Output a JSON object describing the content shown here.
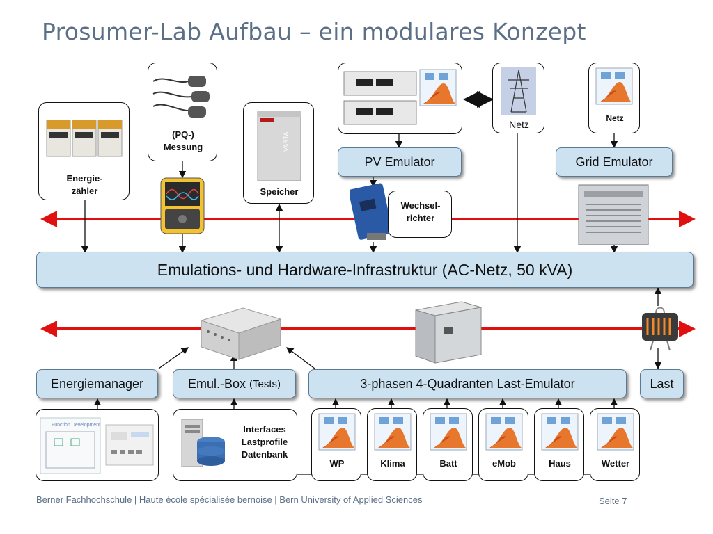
{
  "title": "Prosumer-Lab Aufbau – ein modulares Konzept",
  "devices": {
    "energiezaehler": "Energie-\nzähler",
    "pq_messung": "(PQ-)\nMessung",
    "speicher": "Speicher",
    "netz_photo": "Netz",
    "netz_sim": "Netz",
    "wechselrichter": "Wechsel-\nrichter"
  },
  "emulators": {
    "pv": "PV Emulator",
    "grid": "Grid Emulator"
  },
  "infrastructure": "Emulations- und Hardware-Infrastruktur (AC-Netz, 50 kVA)",
  "bottom_row": {
    "energiemanager": "Energiemanager",
    "emul_box": "Emul.-Box",
    "emul_box_suffix": "(Tests)",
    "last_emulator": "3-phasen 4-Quadranten Last-Emulator",
    "last": "Last"
  },
  "database_box": "Interfaces\nLastprofile\nDatenbank",
  "models": [
    "WP",
    "Klima",
    "Batt",
    "eMob",
    "Haus",
    "Wetter"
  ],
  "footer": "Berner Fachhochschule | Haute école spécialisée bernoise | Bern University of Applied Sciences",
  "page_label": "Seite 7",
  "colors": {
    "title": "#5b6f86",
    "bus_red": "#e01010",
    "box_blue": "#cde2f1"
  }
}
